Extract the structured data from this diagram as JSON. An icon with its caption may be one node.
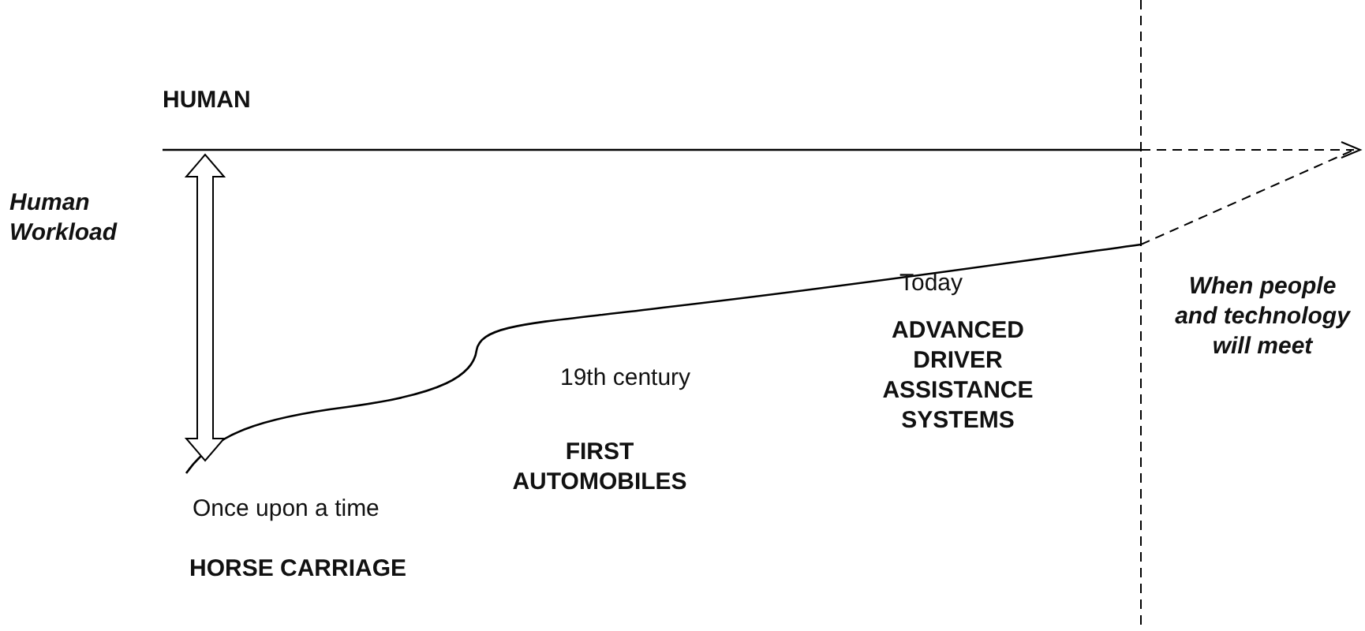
{
  "diagram": {
    "labels": [
      "HUMAN",
      "Human Workload",
      "Today",
      "When people and technology will meet",
      "ADVANCED DRIVER ASSISTANCE SYSTEMS",
      "19th century",
      "FIRST AUTOMOBILES",
      "Once upon a time",
      "HORSE CARRIAGE"
    ]
  }
}
